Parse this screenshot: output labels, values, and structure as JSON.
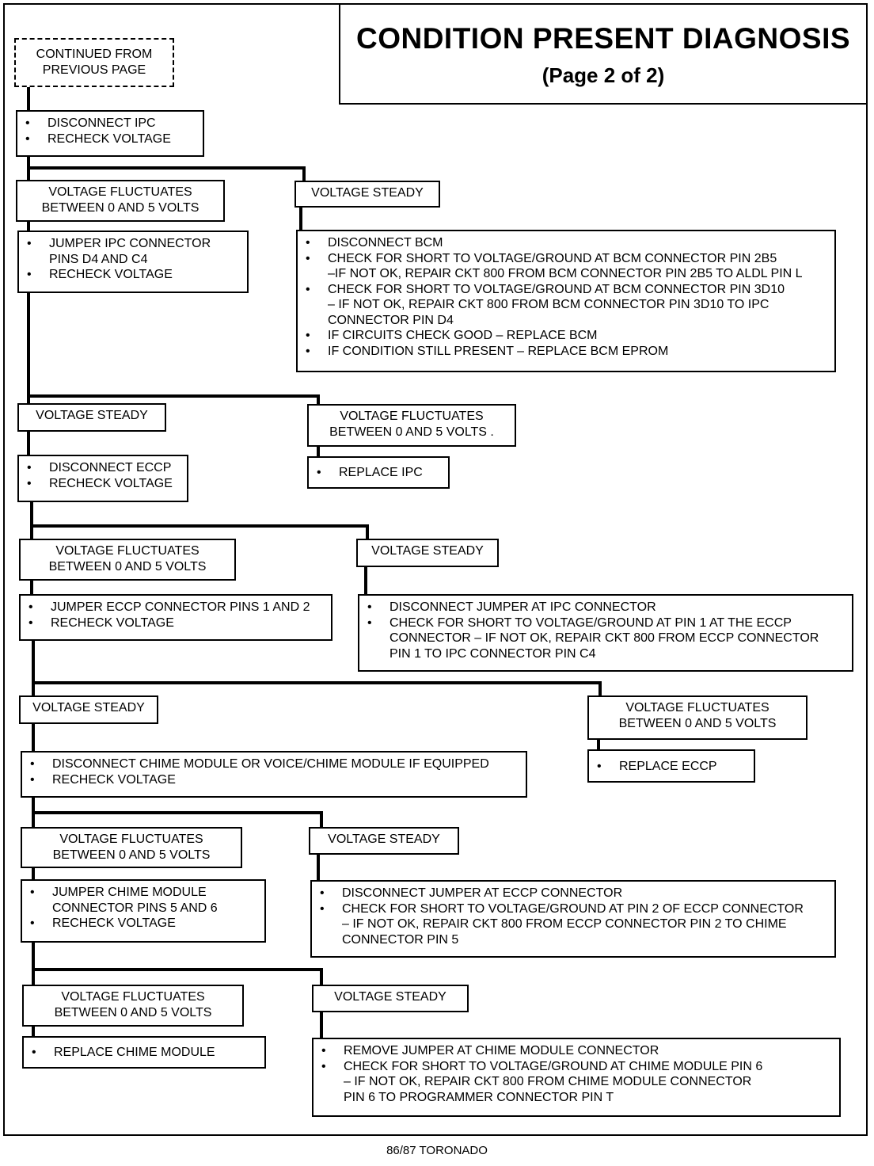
{
  "header": {
    "title": "CONDITION PRESENT DIAGNOSIS",
    "subtitle": "(Page 2 of 2)"
  },
  "start": "CONTINUED FROM\nPREVIOUS PAGE",
  "steps": {
    "a1": [
      "DISCONNECT IPC",
      "RECHECK VOLTAGE"
    ],
    "c_fluct": "VOLTAGE FLUCTUATES\nBETWEEN 0 AND 5 VOLTS",
    "c_steady": "VOLTAGE STEADY",
    "a_fluct_ipc": [
      "JUMPER IPC CONNECTOR\nPINS D4 AND C4",
      "RECHECK  VOLTAGE"
    ],
    "a_steady_bcm": [
      "DISCONNECT BCM",
      "CHECK FOR SHORT TO VOLTAGE/GROUND AT BCM CONNECTOR PIN 2B5\n–IF NOT OK, REPAIR CKT 800 FROM BCM CONNECTOR PIN 2B5 TO ALDL PIN L",
      "CHECK FOR SHORT TO VOLTAGE/GROUND AT BCM CONNECTOR PIN 3D10\n– IF NOT OK, REPAIR CKT 800 FROM BCM CONNECTOR PIN 3D10 TO IPC\nCONNECTOR PIN D4",
      "IF CIRCUITS CHECK GOOD – REPLACE BCM",
      "IF CONDITION STILL PRESENT – REPLACE BCM EPROM"
    ],
    "c_fluct_dot": "VOLTAGE FLUCTUATES\nBETWEEN 0 AND 5 VOLTS .",
    "a_replace_ipc": [
      "REPLACE  IPC"
    ],
    "a_eccp": [
      "DISCONNECT ECCP",
      "RECHECK VOLTAGE"
    ],
    "a_jumper_eccp": [
      "JUMPER ECCP CONNECTOR PINS 1 AND 2",
      "RECHECK VOLTAGE"
    ],
    "a_disc_jumper_ipc": [
      "DISCONNECT JUMPER AT IPC CONNECTOR",
      "CHECK FOR SHORT TO VOLTAGE/GROUND AT PIN 1 AT THE ECCP\nCONNECTOR – IF NOT OK, REPAIR CKT 800 FROM ECCP CONNECTOR\nPIN 1 TO IPC CONNECTOR PIN C4"
    ],
    "a_replace_eccp": [
      "REPLACE  ECCP"
    ],
    "a_chime": [
      "DISCONNECT CHIME MODULE OR VOICE/CHIME MODULE IF EQUIPPED",
      "RECHECK VOLTAGE"
    ],
    "a_jumper_chime": [
      "JUMPER CHIME MODULE\nCONNECTOR PINS 5 AND 6",
      "RECHECK VOLTAGE"
    ],
    "a_disc_jumper_eccp": [
      "DISCONNECT JUMPER AT ECCP CONNECTOR",
      "CHECK FOR SHORT TO VOLTAGE/GROUND AT PIN 2 OF ECCP CONNECTOR\n– IF NOT OK, REPAIR CKT 800 FROM ECCP CONNECTOR PIN 2 TO CHIME\nCONNECTOR PIN 5"
    ],
    "a_replace_chime": [
      "REPLACE CHIME MODULE"
    ],
    "a_remove_jumper_chime": [
      "REMOVE JUMPER AT CHIME MODULE CONNECTOR",
      "CHECK FOR SHORT TO VOLTAGE/GROUND AT CHIME MODULE PIN 6\n– IF NOT OK, REPAIR CKT 800 FROM CHIME MODULE CONNECTOR\nPIN 6 TO PROGRAMMER CONNECTOR PIN T"
    ]
  },
  "footer": "86/87 TORONADO"
}
